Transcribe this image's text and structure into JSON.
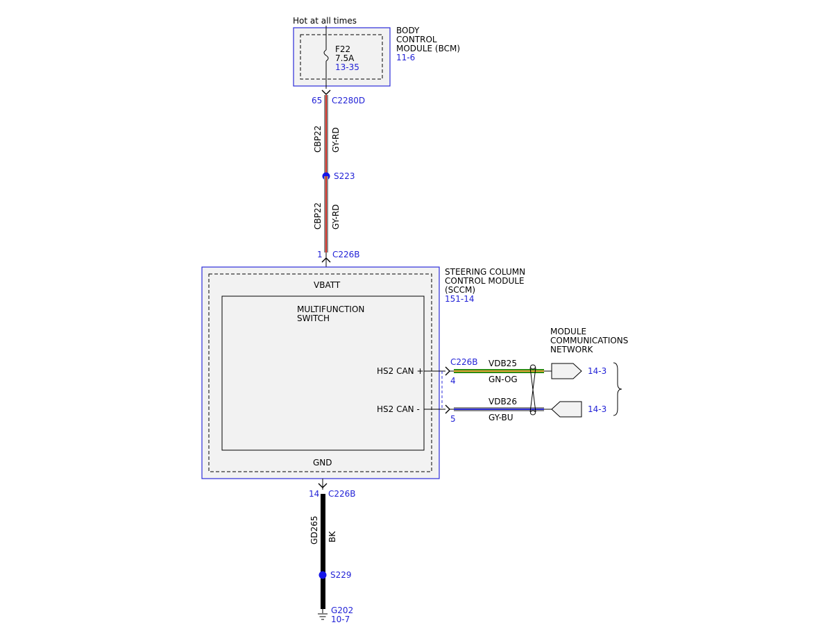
{
  "power": {
    "label": "Hot at all times"
  },
  "bcm": {
    "name_line1": "BODY",
    "name_line2": "CONTROL",
    "name_line3": "MODULE (BCM)",
    "ref": "11-6",
    "fuse_id": "F22",
    "fuse_rating": "7.5A",
    "fuse_ref": "13-35"
  },
  "connectors": {
    "bcm_out": {
      "pin": "65",
      "id": "C2280D"
    },
    "sccm_in": {
      "pin": "1",
      "id": "C226B"
    },
    "sccm_can": {
      "id": "C226B",
      "pin_plus": "4",
      "pin_minus": "5"
    },
    "sccm_gnd": {
      "pin": "14",
      "id": "C226B"
    }
  },
  "wires": {
    "supply_upper": {
      "circuit": "CBP22",
      "color": "GY-RD"
    },
    "supply_lower": {
      "circuit": "CBP22",
      "color": "GY-RD"
    },
    "can_plus": {
      "circuit": "VDB25",
      "color": "GN-OG"
    },
    "can_minus": {
      "circuit": "VDB26",
      "color": "GY-BU"
    },
    "ground": {
      "circuit": "GD265",
      "color": "BK"
    }
  },
  "splices": {
    "supply": {
      "id": "S223"
    },
    "ground": {
      "id": "S229"
    }
  },
  "sccm": {
    "name_line1": "STEERING COLUMN",
    "name_line2": "CONTROL MODULE",
    "name_line3": "(SCCM)",
    "ref": "151-14",
    "vbatt": "VBATT",
    "gnd": "GND",
    "switch_line1": "MULTIFUNCTION",
    "switch_line2": "SWITCH",
    "can_plus": "HS2 CAN +",
    "can_minus": "HS2 CAN -"
  },
  "network": {
    "name_line1": "MODULE",
    "name_line2": "COMMUNICATIONS",
    "name_line3": "NETWORK",
    "ref_plus": "14-3",
    "ref_minus": "14-3"
  },
  "ground_point": {
    "id": "G202",
    "ref": "10-7"
  },
  "colors": {
    "module_outline": "#2b2bd9",
    "module_fill": "#f2f2f2",
    "splice_dot": "#1515e8",
    "reference_text": "#1f1fd6",
    "wire_gray": "#8c8c8c",
    "wire_red": "#d9342b",
    "wire_green": "#2e8b12",
    "wire_orange": "#e8a23a",
    "wire_blue": "#2a2ad6",
    "wire_black": "#000000"
  }
}
